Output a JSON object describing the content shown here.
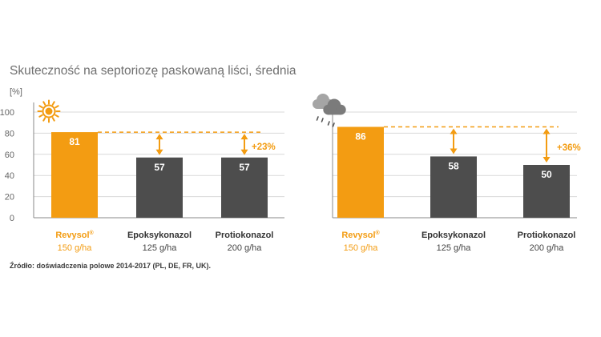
{
  "title": "Skuteczność na septoriozę paskowaną liści, średnia",
  "source": "Źródło: doświadczenia polowe 2014-2017 (PL, DE, FR, UK).",
  "colors": {
    "accent": "#f39c12",
    "bar_dark": "#4d4d4d",
    "axis": "#8a8a8a",
    "grid": "#d9d9d9"
  },
  "chart_data": [
    {
      "type": "bar",
      "icon": "sun-icon",
      "yunit": "[%]",
      "yticks": [
        0,
        20,
        40,
        60,
        80,
        100
      ],
      "ylim": [
        0,
        100
      ],
      "grid": true,
      "categories": [
        {
          "name": "Revysol",
          "mark": "®",
          "dose": "150 g/ha",
          "value": 81,
          "highlight": true
        },
        {
          "name": "Epoksykonazol",
          "mark": "",
          "dose": "125 g/ha",
          "value": 57,
          "highlight": false
        },
        {
          "name": "Protiokonazol",
          "mark": "",
          "dose": "200 g/ha",
          "value": 57,
          "highlight": false
        }
      ],
      "annotation": "+23%"
    },
    {
      "type": "bar",
      "icon": "rain-cloud-icon",
      "yticks": [
        0,
        20,
        40,
        60,
        80,
        100
      ],
      "ylim": [
        0,
        100
      ],
      "grid": true,
      "categories": [
        {
          "name": "Revysol",
          "mark": "®",
          "dose": "150 g/ha",
          "value": 86,
          "highlight": true
        },
        {
          "name": "Epoksykonazol",
          "mark": "",
          "dose": "125 g/ha",
          "value": 58,
          "highlight": false
        },
        {
          "name": "Protiokonazol",
          "mark": "",
          "dose": "200 g/ha",
          "value": 50,
          "highlight": false
        }
      ],
      "annotation": "+36%"
    }
  ]
}
